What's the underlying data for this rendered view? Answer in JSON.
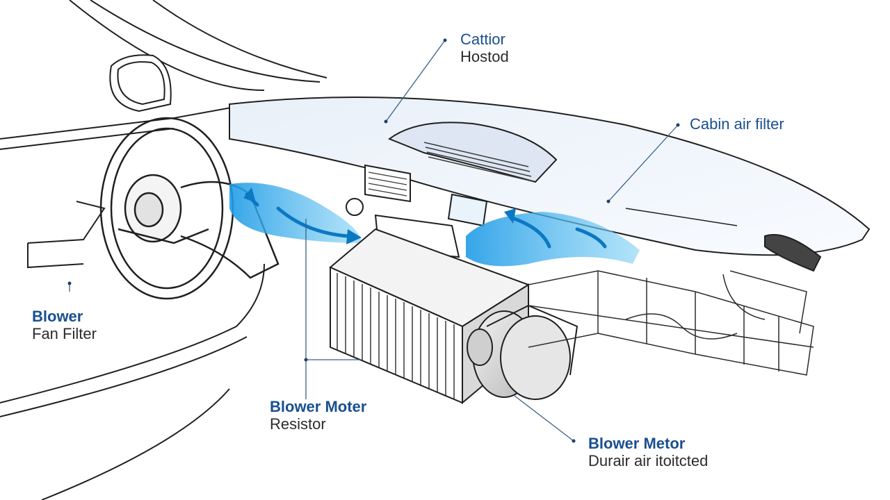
{
  "labels": {
    "top_center": {
      "title": "Cattior",
      "subtitle": "Hostod"
    },
    "cabin_filter": {
      "title": "Cabin air filter"
    },
    "blower_fan": {
      "title": "Blower",
      "subtitle": "Fan Filter"
    },
    "blower_motor_resistor": {
      "title": "Blower Moter",
      "subtitle": "Resistor"
    },
    "blower_motor_duct": {
      "title": "Blower Metor",
      "subtitle": "Durair air itoitcted"
    }
  },
  "colors": {
    "label_blue": "#1a4f8f",
    "label_dark": "#2b2b2b",
    "line_art": "#1f1f1f",
    "airflow_blue": "#2aa7e8",
    "airflow_dark": "#0b78c2",
    "dash_tint": "#eef3fa"
  }
}
